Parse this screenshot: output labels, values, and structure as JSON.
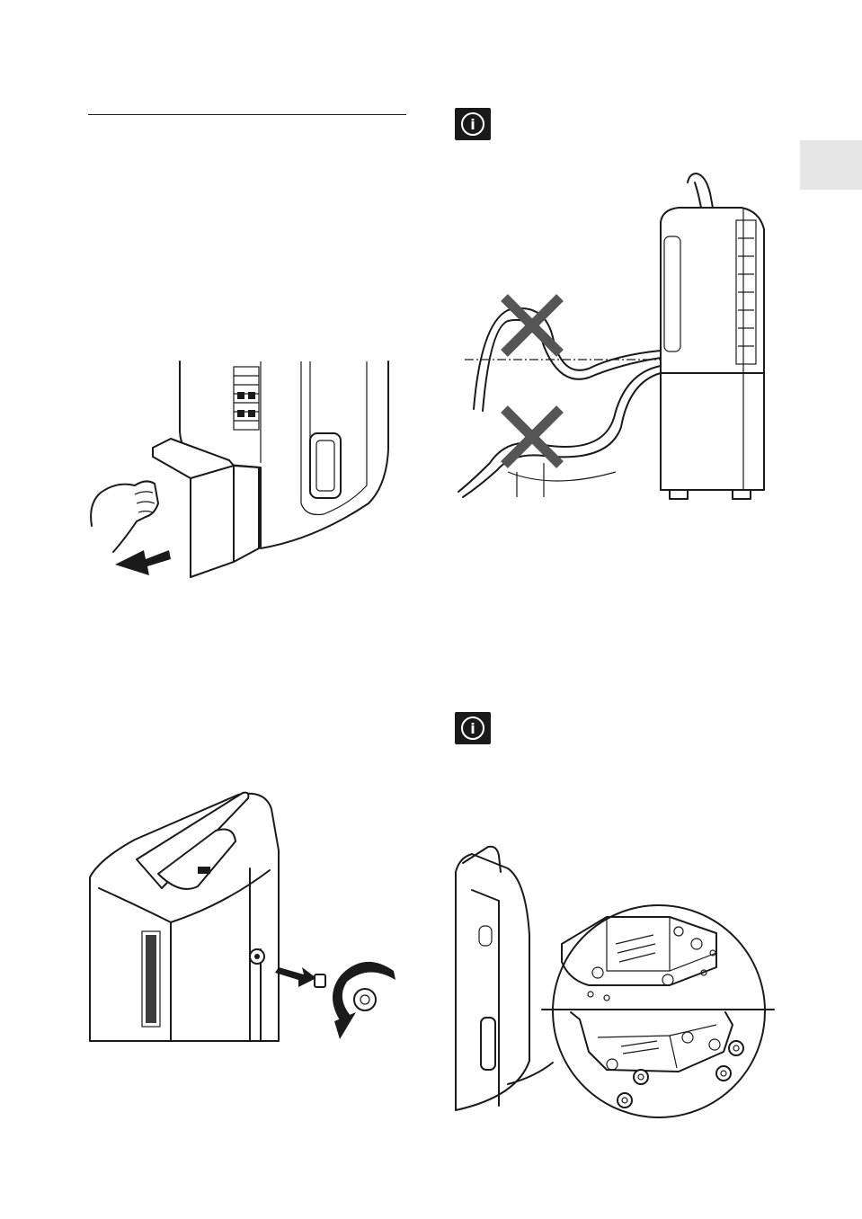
{
  "page": {
    "language_tab": {
      "color": "#e6e6e6"
    }
  },
  "section_rule": {
    "color": "#1a1a1a"
  },
  "info_icons": [
    {
      "name": "info-icon",
      "glyph": "i"
    },
    {
      "name": "info-icon",
      "glyph": "i"
    }
  ],
  "colors": {
    "line": "#1a1a1a",
    "cross_mark": "#555555",
    "arrow": "#1a1a1a"
  },
  "illustrations": [
    {
      "name": "illustration-remove-water-tank"
    },
    {
      "name": "illustration-hose-routing-incorrect"
    },
    {
      "name": "illustration-drain-plug-removal"
    },
    {
      "name": "illustration-caster-wheel-installation"
    }
  ]
}
